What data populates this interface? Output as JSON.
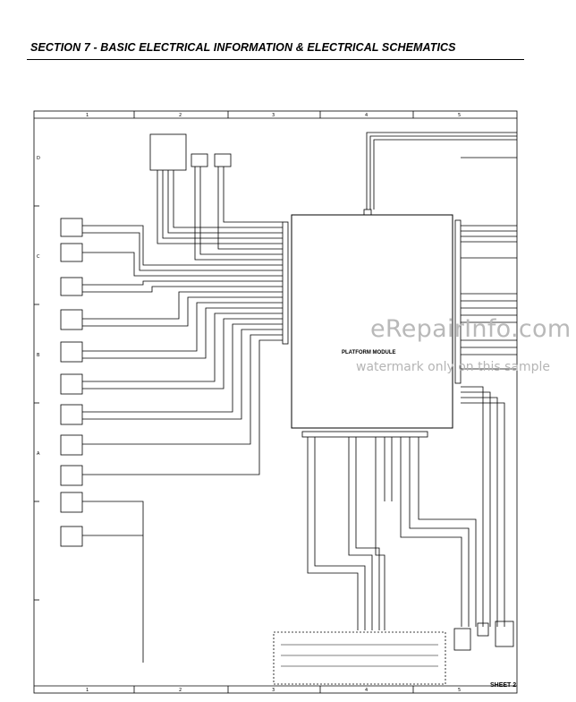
{
  "header": {
    "section_title": "SECTION 7 - BASIC ELECTRICAL INFORMATION & ELECTRICAL SCHEMATICS"
  },
  "schematic": {
    "module_label": "PLATFORM MODULE",
    "sheet_label": "SHEET 2",
    "column_markers": [
      "1",
      "2",
      "3",
      "4",
      "5"
    ],
    "row_markers": [
      "D",
      "C",
      "B",
      "A"
    ]
  },
  "watermark": {
    "site": "eRepairInfo.com",
    "note": "watermark only on this sample"
  }
}
